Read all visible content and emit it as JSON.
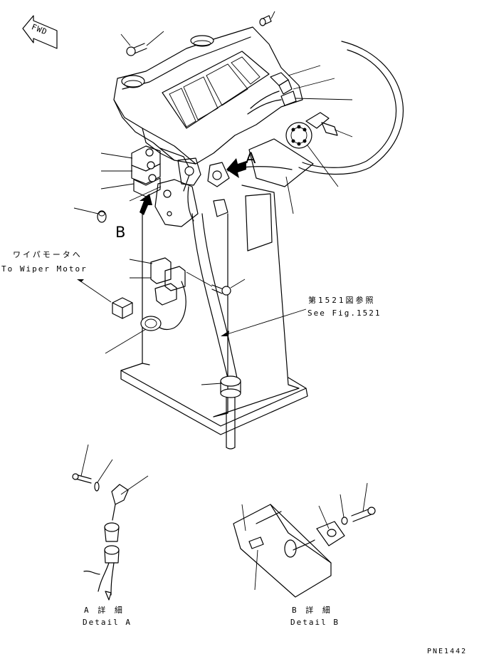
{
  "orientation": {
    "fwd_label": "FWD"
  },
  "callouts": {
    "view_a": "A",
    "view_b": "B"
  },
  "notes": {
    "wiper_jp": "ワイパモータへ",
    "wiper_en": "To Wiper Motor",
    "see_fig_jp": "第1521図参照",
    "see_fig_en": "See Fig.1521"
  },
  "details": {
    "a_jp": "A 詳 細",
    "a_en": "Detail A",
    "b_jp": "B 詳 細",
    "b_en": "Detail B"
  },
  "drawing_number": "PNE1442"
}
